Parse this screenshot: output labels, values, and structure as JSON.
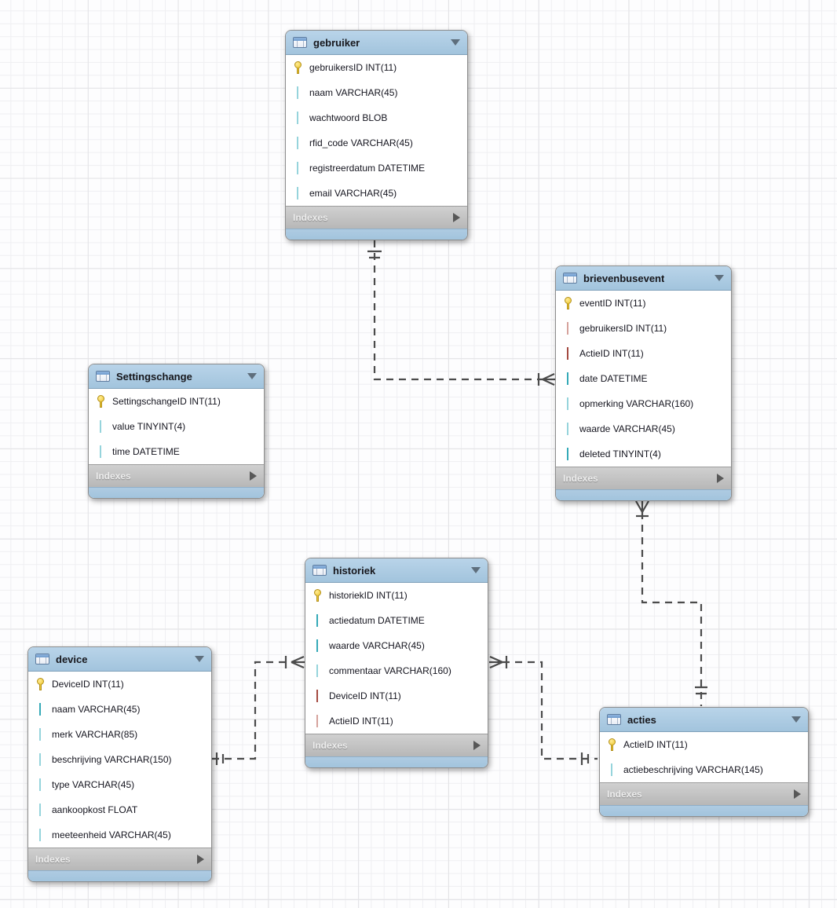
{
  "diagram": {
    "tool": "eer-diagram",
    "accent_colors": {
      "header_blue": "#a9c8e0",
      "indexes_gray": "#c4c4c4",
      "key_yellow": "#eec832",
      "column_cyan": "#84e2ec",
      "fk_red": "#dd7b71",
      "wire_gray": "#4b4b4b"
    },
    "icon_legend": {
      "key": "primary-key-icon",
      "column": "nullable-column-diamond-icon",
      "column-nn": "notnull-column-diamond-icon",
      "fk": "nullable-foreign-key-diamond-icon",
      "fk-nn": "notnull-foreign-key-diamond-icon"
    },
    "tables": [
      {
        "title": "gebruiker",
        "indexes_label": "Indexes",
        "columns": [
          {
            "icon": "key",
            "text": "gebruikersID INT(11)"
          },
          {
            "icon": "column",
            "text": "naam VARCHAR(45)"
          },
          {
            "icon": "column",
            "text": "wachtwoord BLOB"
          },
          {
            "icon": "column",
            "text": "rfid_code VARCHAR(45)"
          },
          {
            "icon": "column",
            "text": "registreerdatum DATETIME"
          },
          {
            "icon": "column",
            "text": "email VARCHAR(45)"
          }
        ]
      },
      {
        "title": "brievenbusevent",
        "indexes_label": "Indexes",
        "columns": [
          {
            "icon": "key",
            "text": "eventID INT(11)"
          },
          {
            "icon": "fk",
            "text": "gebruikersID INT(11)"
          },
          {
            "icon": "fk-nn",
            "text": "ActieID INT(11)"
          },
          {
            "icon": "column-nn",
            "text": "date DATETIME"
          },
          {
            "icon": "column",
            "text": "opmerking VARCHAR(160)"
          },
          {
            "icon": "column",
            "text": "waarde VARCHAR(45)"
          },
          {
            "icon": "column-nn",
            "text": "deleted TINYINT(4)"
          }
        ]
      },
      {
        "title": "Settingschange",
        "indexes_label": "Indexes",
        "columns": [
          {
            "icon": "key",
            "text": "SettingschangeID INT(11)"
          },
          {
            "icon": "column",
            "text": "value TINYINT(4)"
          },
          {
            "icon": "column",
            "text": "time DATETIME"
          }
        ]
      },
      {
        "title": "historiek",
        "indexes_label": "Indexes",
        "columns": [
          {
            "icon": "key",
            "text": "historiekID INT(11)"
          },
          {
            "icon": "column-nn",
            "text": "actiedatum DATETIME"
          },
          {
            "icon": "column-nn",
            "text": "waarde VARCHAR(45)"
          },
          {
            "icon": "column",
            "text": "commentaar VARCHAR(160)"
          },
          {
            "icon": "fk-nn",
            "text": "DeviceID INT(11)"
          },
          {
            "icon": "fk",
            "text": "ActieID INT(11)"
          }
        ]
      },
      {
        "title": "device",
        "indexes_label": "Indexes",
        "columns": [
          {
            "icon": "key",
            "text": "DeviceID INT(11)"
          },
          {
            "icon": "column-nn",
            "text": "naam VARCHAR(45)"
          },
          {
            "icon": "column",
            "text": "merk VARCHAR(85)"
          },
          {
            "icon": "column",
            "text": "beschrijving VARCHAR(150)"
          },
          {
            "icon": "column",
            "text": "type VARCHAR(45)"
          },
          {
            "icon": "column",
            "text": "aankoopkost FLOAT"
          },
          {
            "icon": "column",
            "text": "meeteenheid VARCHAR(45)"
          }
        ]
      },
      {
        "title": "acties",
        "indexes_label": "Indexes",
        "columns": [
          {
            "icon": "key",
            "text": "ActieID INT(11)"
          },
          {
            "icon": "column",
            "text": "actiebeschrijving VARCHAR(145)"
          }
        ]
      }
    ],
    "relationships": [
      {
        "one_side": "gebruiker",
        "many_side": "brievenbusevent",
        "line_style": "dashed",
        "one_marker": "double-bar",
        "many_marker": "crow-foot-bar"
      },
      {
        "one_side": "acties",
        "many_side": "brievenbusevent",
        "line_style": "dashed",
        "one_marker": "double-bar",
        "many_marker": "crow-foot-bar"
      },
      {
        "one_side": "device",
        "many_side": "historiek",
        "line_style": "dashed",
        "one_marker": "double-bar",
        "many_marker": "crow-foot-bar"
      },
      {
        "one_side": "acties",
        "many_side": "historiek",
        "line_style": "dashed",
        "one_marker": "double-bar",
        "many_marker": "crow-foot-bar"
      }
    ]
  }
}
